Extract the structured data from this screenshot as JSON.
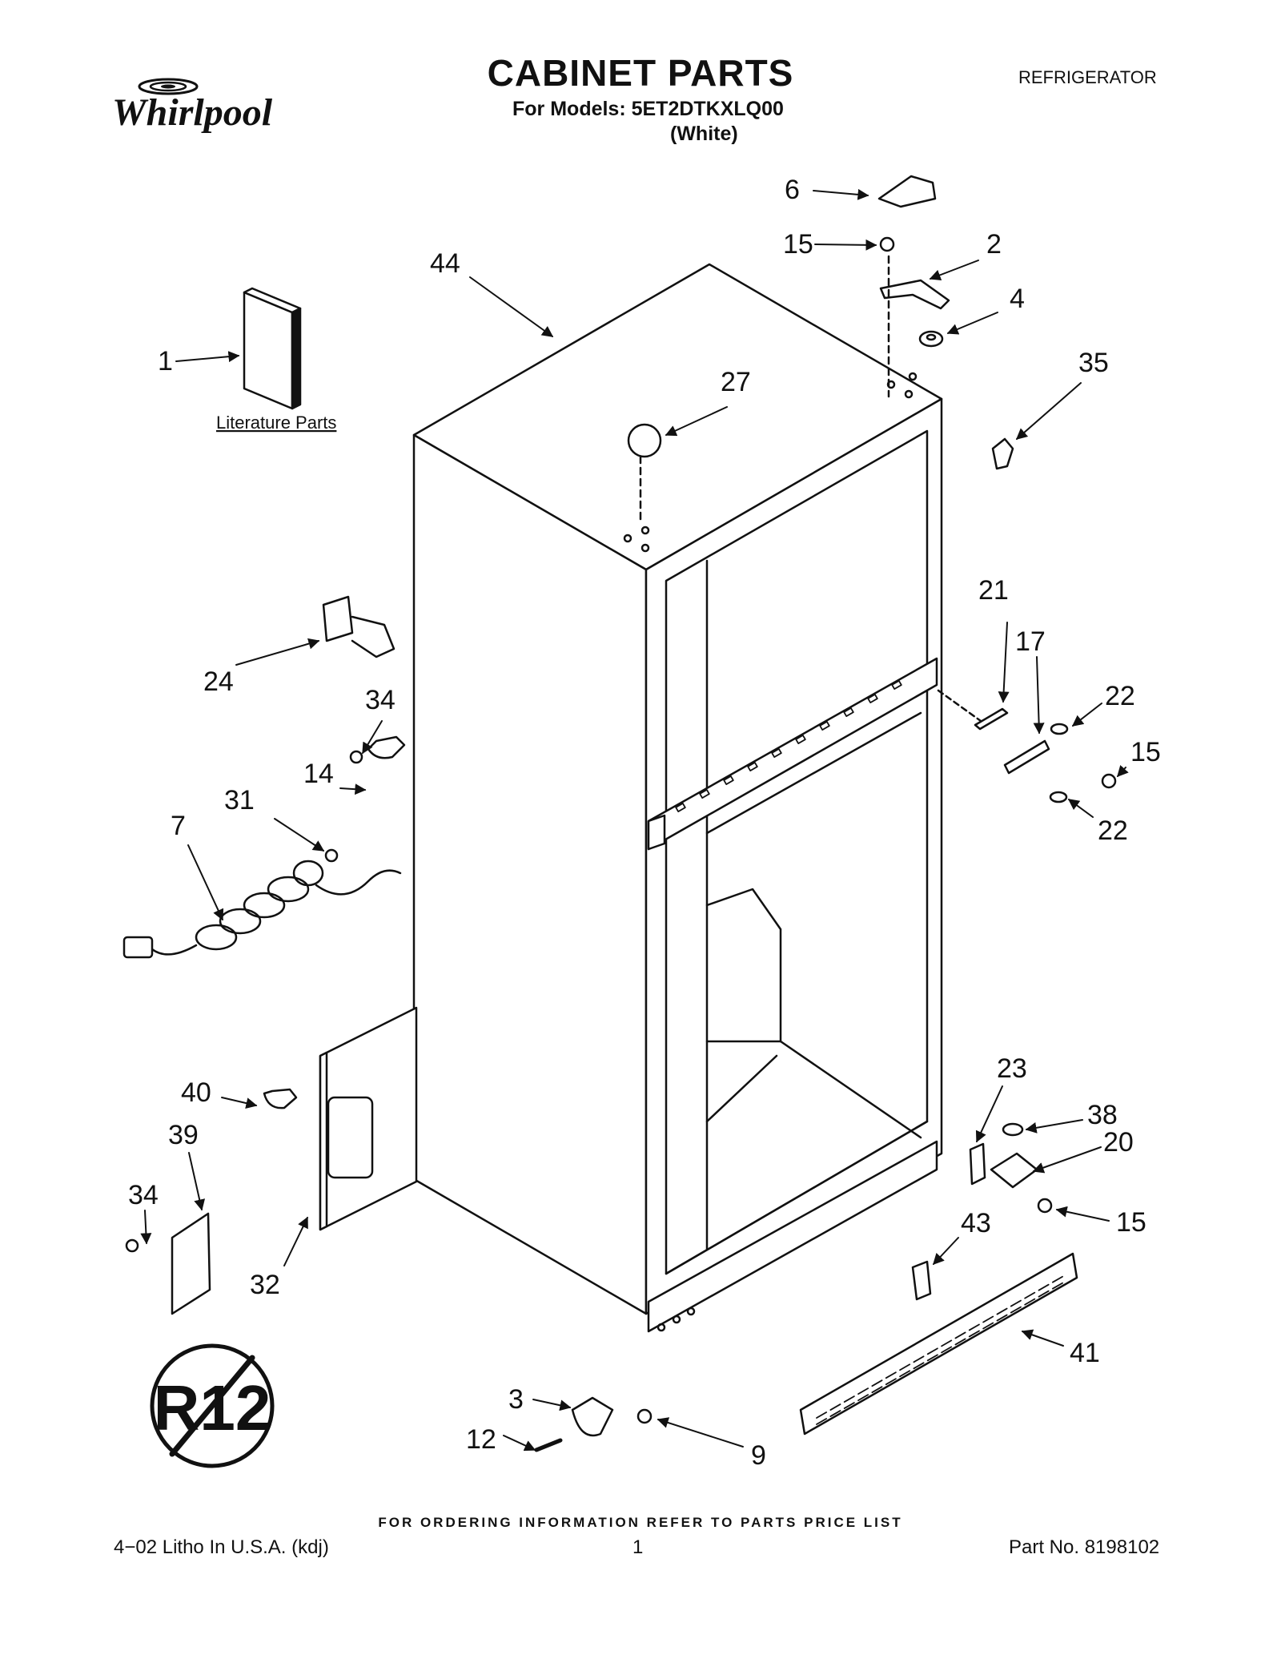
{
  "header": {
    "brand": "Whirlpool",
    "title": "CABINET PARTS",
    "subtitle": "For Models: 5ET2DTKXLQ00",
    "color_note": "(White)",
    "category": "REFRIGERATOR"
  },
  "diagram": {
    "literature_label": "Literature Parts",
    "seal_text": "R12",
    "callouts": {
      "c1": "1",
      "c2": "2",
      "c3": "3",
      "c4": "4",
      "c6": "6",
      "c7": "7",
      "c9": "9",
      "c12": "12",
      "c14": "14",
      "c15a": "15",
      "c15b": "15",
      "c15c": "15",
      "c17": "17",
      "c20": "20",
      "c21": "21",
      "c22a": "22",
      "c22b": "22",
      "c23": "23",
      "c24": "24",
      "c27": "27",
      "c31": "31",
      "c32": "32",
      "c34a": "34",
      "c34b": "34",
      "c35": "35",
      "c38": "38",
      "c39": "39",
      "c40": "40",
      "c41": "41",
      "c43": "43",
      "c44": "44"
    }
  },
  "footer": {
    "ordering_info": "FOR ORDERING INFORMATION REFER TO PARTS PRICE LIST",
    "litho": "4−02 Litho In U.S.A. (kdj)",
    "page": "1",
    "part_no": "Part No. 8198102"
  }
}
